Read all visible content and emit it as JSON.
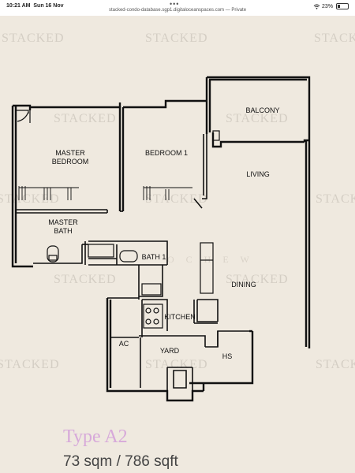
{
  "status_bar": {
    "time": "10:21 AM",
    "date": "Sun 16 Nov",
    "url": "stacked-condo-database.sgp1.digitaloceanspaces.com — Private",
    "battery_percent": "23%",
    "battery_level": 0.23
  },
  "watermark": {
    "text": "STACKED",
    "secondary_text": "O  C H E W"
  },
  "rooms": {
    "master_bedroom": "MASTER\nBEDROOM",
    "bedroom_1": "BEDROOM 1",
    "balcony": "BALCONY",
    "living": "LIVING",
    "master_bath": "MASTER\nBATH",
    "bath_1": "BATH 1",
    "dining": "DINING",
    "kitchen": "KITCHEN",
    "ac": "AC",
    "yard": "YARD",
    "hs": "HS"
  },
  "unit": {
    "type": "Type A2",
    "area": "73 sqm / 786 sqft"
  }
}
